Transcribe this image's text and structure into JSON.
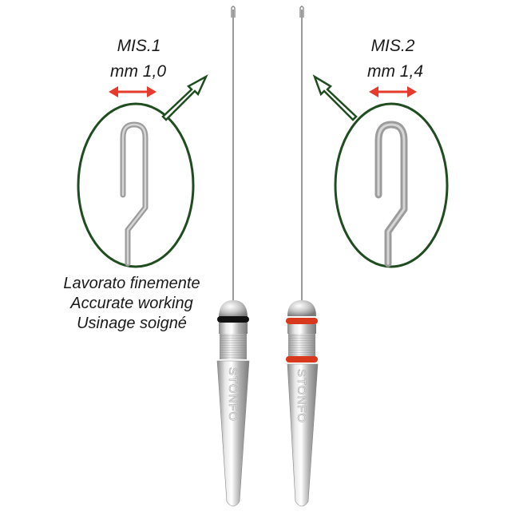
{
  "tool_left": {
    "title": "MIS.1",
    "size": "mm 1,0",
    "ring_color": "#111111",
    "brand": "STONFO"
  },
  "tool_right": {
    "title": "MIS.2",
    "size": "mm 1,4",
    "ring_color": "#d8381c",
    "brand": "STONFO"
  },
  "description": {
    "line1": "Lavorato finemente",
    "line2": "Accurate working",
    "line3": "Usinage soigné"
  },
  "colors": {
    "arrow_red": "#e53a2c",
    "outline_green": "#1f4d1f",
    "metal": "#b8b8b8"
  }
}
